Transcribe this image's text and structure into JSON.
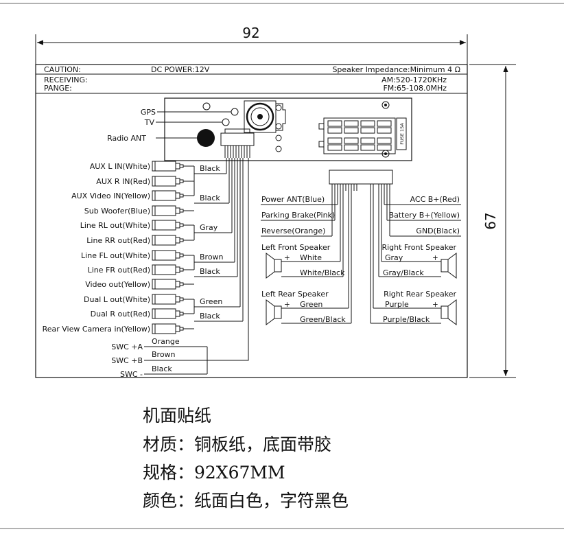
{
  "dimensions": {
    "width": "92",
    "height": "67"
  },
  "header": {
    "caution": "CAUTION:",
    "dc_power": "DC POWER:12V",
    "speaker_impedance": "Speaker Impedance:Minimum 4 Ω",
    "receiving": "RECEIVING:",
    "am_range": "AM:520-1720KHz",
    "range": "PANGE:",
    "fm_range": "FM:65-108.0MHz"
  },
  "unit_labels": {
    "gps": "GPS",
    "tv": "TV",
    "radio_ant": "Radio ANT",
    "fuse": "FUSE 15A"
  },
  "left_connectors": [
    "AUX L IN(White)",
    "AUX R IN(Red)",
    "AUX Video IN(Yellow)",
    "Sub Woofer(Blue)",
    "Line RL out(White)",
    "Line RR out(Red)",
    "Line FL out(White)",
    "Line FR out(Red)",
    "Video out(Yellow)",
    "Dual L out(White)",
    "Dual R out(Red)",
    "Rear View Camera in(Yellow)"
  ],
  "left_wire_colors": [
    "Black",
    "Black",
    "Gray",
    "Brown",
    "Black",
    "Green",
    "Black"
  ],
  "swc": {
    "labels": [
      "SWC +A",
      "SWC +B",
      "SWC -"
    ],
    "wires": [
      "Orange",
      "Brown",
      "Black"
    ]
  },
  "right_left_labels": [
    "Power ANT(Blue)",
    "Parking Brake(Pink)",
    "Reverse(Orange)"
  ],
  "right_right_labels": [
    "ACC B+(Red)",
    "Battery B+(Yellow)",
    "GND(Black)"
  ],
  "speakers": {
    "left_front": {
      "title": "Left Front Speaker",
      "plus": "White",
      "minus": "White/Black"
    },
    "right_front": {
      "title": "Right Front Speaker",
      "plus": "Gray",
      "minus": "Gray/Black"
    },
    "left_rear": {
      "title": "Left Rear Speaker",
      "plus": "Green",
      "minus": "Green/Black"
    },
    "right_rear": {
      "title": "Right Rear Speaker",
      "plus": "Purple",
      "minus": "Purple/Black"
    },
    "plus_sign": "+",
    "minus_sign": "-"
  },
  "notes": [
    "机面贴纸",
    "材质：铜板纸，底面带胶",
    "规格：92X67MM",
    "颜色：纸面白色，字符黑色"
  ]
}
